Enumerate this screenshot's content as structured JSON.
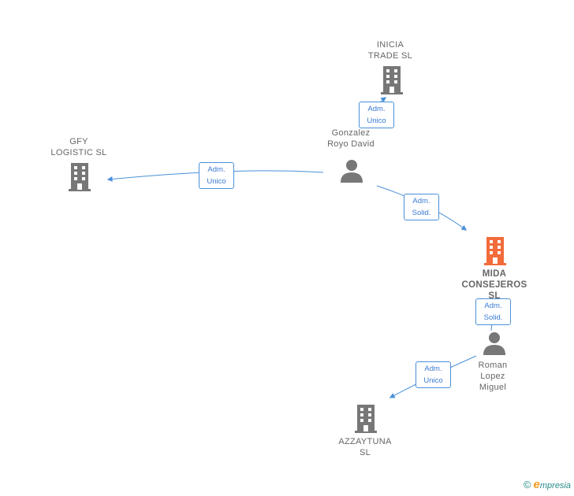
{
  "nodes": {
    "inicia_trade": {
      "label": "INICIA\nTRADE  SL"
    },
    "gfy_logistic": {
      "label": "GFY\nLOGISTIC  SL"
    },
    "gonzalez": {
      "label": "Gonzalez\nRoyo David"
    },
    "mida": {
      "label": "MIDA\nCONSEJEROS\nSL"
    },
    "roman": {
      "label": "Roman\nLopez\nMiguel"
    },
    "azzaytuna": {
      "label": "AZZAYTUNA\nSL"
    }
  },
  "edges": {
    "gonzalez_inicia": {
      "role": "Adm.\nUnico"
    },
    "gonzalez_gfy": {
      "role": "Adm.\nUnico"
    },
    "gonzalez_mida": {
      "role": "Adm.\nSolid."
    },
    "roman_mida": {
      "role": "Adm.\nSolid."
    },
    "roman_azzaytuna": {
      "role": "Adm.\nUnico"
    }
  },
  "colors": {
    "company": "#777777",
    "focus_company": "#f26b3a",
    "person": "#777777",
    "edge": "#4a90d9"
  },
  "icons": {
    "company": "building-icon",
    "person": "person-icon"
  },
  "brand": {
    "copyright": "©",
    "initial": "e",
    "name": "mpresia"
  }
}
